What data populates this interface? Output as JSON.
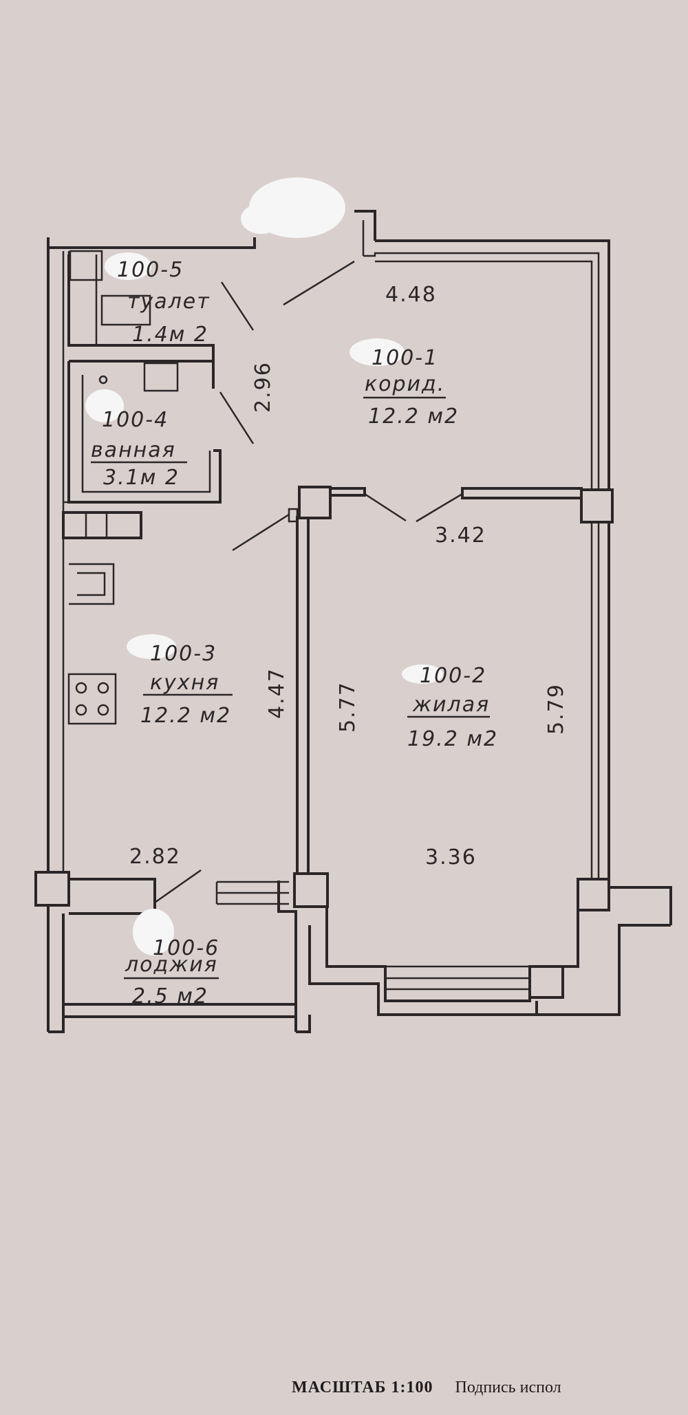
{
  "rooms": [
    {
      "id": "room-toilet",
      "number": "100-5",
      "name": "туалет",
      "area": "1.4м 2"
    },
    {
      "id": "room-bath",
      "number": "100-4",
      "name": "ванная",
      "area": "3.1м 2"
    },
    {
      "id": "room-hall",
      "number": "100-1",
      "name": "корид.",
      "area": "12.2 м2"
    },
    {
      "id": "room-kitchen",
      "number": "100-3",
      "name": "кухня",
      "area": "12.2 м2"
    },
    {
      "id": "room-living",
      "number": "100-2",
      "name": "жилая",
      "area": "19.2 м2"
    },
    {
      "id": "room-loggia",
      "number": "100-6",
      "name": "лоджия",
      "area": "2.5 м2"
    }
  ],
  "dimensions": {
    "hall_width": "4.48",
    "hall_depth": "2.96",
    "living_door_wall": "3.42",
    "kitchen_depth": "4.47",
    "living_left": "5.77",
    "living_right": "5.79",
    "living_width": "3.36",
    "kitchen_width": "2.82"
  },
  "footer": {
    "scale": "МАСШТАБ 1:100",
    "signature": "Подпись испол"
  }
}
